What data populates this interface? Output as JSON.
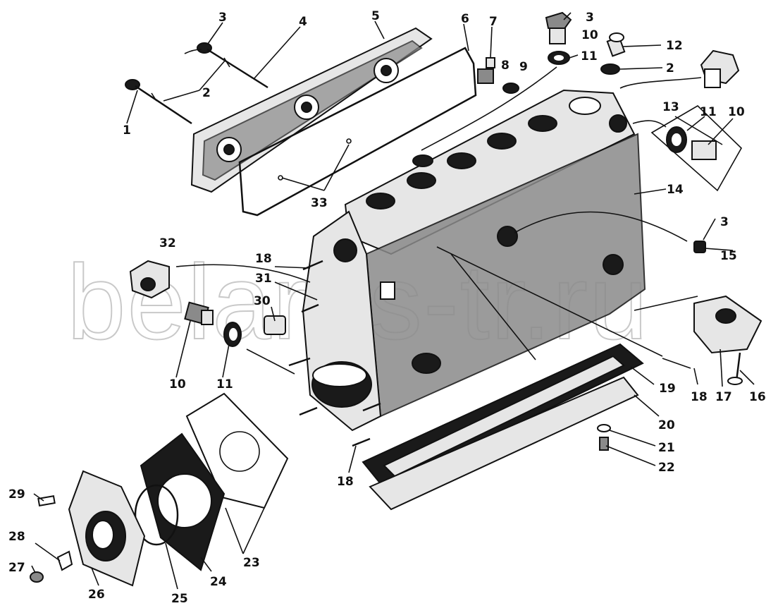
{
  "watermark": "belarus-tr.ru",
  "callouts": {
    "c1": "1",
    "c2a": "2",
    "c2b": "2",
    "c3a": "3",
    "c3b": "3",
    "c3c": "3",
    "c4": "4",
    "c5": "5",
    "c6": "6",
    "c7": "7",
    "c8": "8",
    "c9": "9",
    "c10a": "10",
    "c10b": "10",
    "c10c": "10",
    "c11a": "11",
    "c11b": "11",
    "c11c": "11",
    "c12": "12",
    "c13": "13",
    "c14": "14",
    "c15": "15",
    "c16": "16",
    "c17": "17",
    "c18a": "18",
    "c18b": "18",
    "c18c": "18",
    "c19": "19",
    "c20": "20",
    "c21": "21",
    "c22": "22",
    "c23": "23",
    "c24": "24",
    "c25": "25",
    "c26": "26",
    "c27": "27",
    "c28": "28",
    "c29": "29",
    "c30": "30",
    "c31": "31",
    "c32": "32",
    "c33": "33"
  }
}
